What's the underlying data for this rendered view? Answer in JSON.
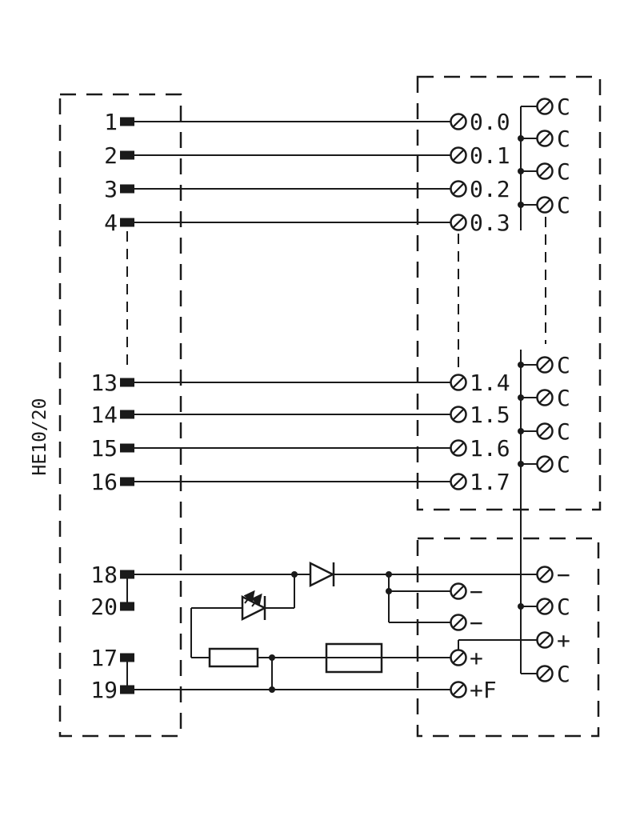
{
  "connector": {
    "label": "HE10/20",
    "pins": [
      "1",
      "2",
      "3",
      "4",
      "13",
      "14",
      "15",
      "16",
      "18",
      "20",
      "17",
      "19"
    ]
  },
  "terminals": {
    "outputs_upper": [
      "0.0",
      "0.1",
      "0.2",
      "0.3"
    ],
    "outputs_lower": [
      "1.4",
      "1.5",
      "1.6",
      "1.7"
    ],
    "common_upper": [
      "C",
      "C",
      "C",
      "C"
    ],
    "common_middle": [
      "C",
      "C",
      "C",
      "C"
    ],
    "power_inner": [
      "−",
      "−",
      "+",
      "+F"
    ],
    "power_outer": [
      "−",
      "C",
      "+",
      "C"
    ]
  },
  "colors": {
    "line": "#1a1a1a",
    "background": "#ffffff"
  }
}
